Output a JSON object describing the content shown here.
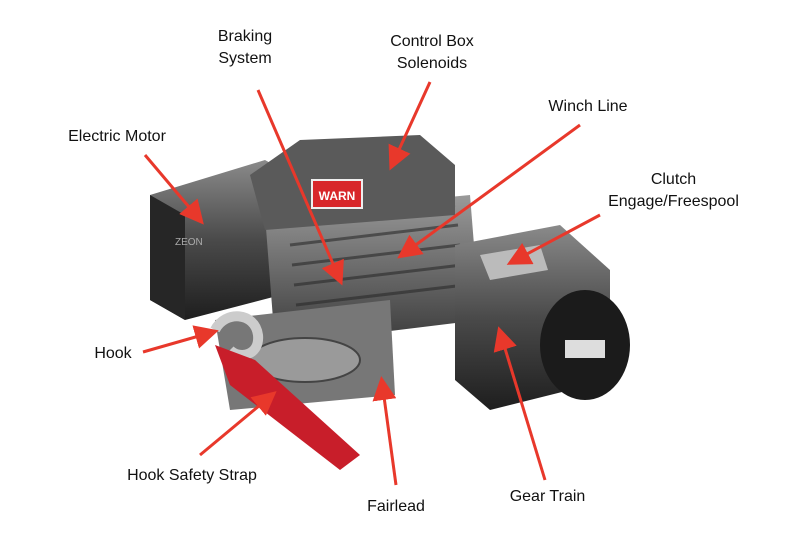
{
  "diagram": {
    "subject": "winch",
    "logo_text": "WARN",
    "model_text": "ZEON",
    "arrow_color": "#e8382b",
    "labels": {
      "braking_line1": "Braking",
      "braking_line2": "System",
      "control_line1": "Control Box",
      "control_line2": "Solenoids",
      "winch_line": "Winch Line",
      "electric_motor": "Electric Motor",
      "clutch_line1": "Clutch",
      "clutch_line2": "Engage/Freespool",
      "hook": "Hook",
      "hook_safety_strap": "Hook Safety Strap",
      "fairlead": "Fairlead",
      "gear_train": "Gear Train"
    }
  }
}
